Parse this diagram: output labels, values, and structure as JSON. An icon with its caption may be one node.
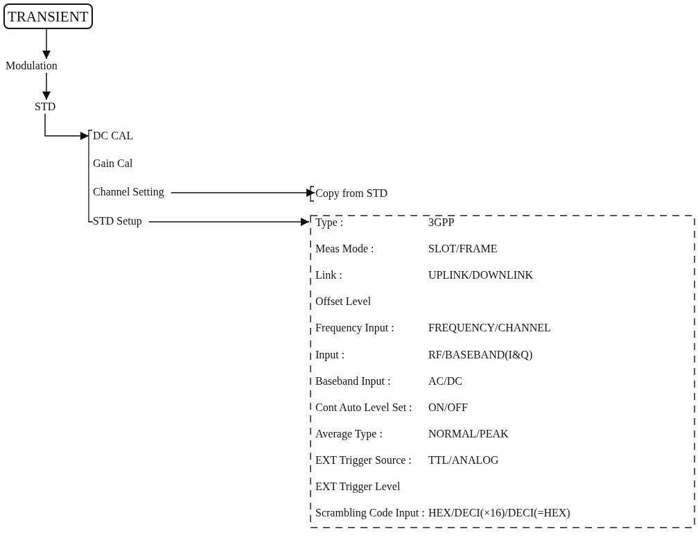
{
  "diagram": {
    "nodes": [
      {
        "text": [
          "TRANSIENT"
        ]
      },
      {
        "text": [
          "Modulation"
        ]
      },
      {
        "text": [
          "STD"
        ]
      },
      {
        "text": [
          "DC CAL"
        ]
      },
      {
        "text": [
          "Gain Cal"
        ]
      },
      {
        "text": [
          "Channel Setting"
        ]
      },
      {
        "text": [
          "STD Setup"
        ]
      },
      {
        "text": [
          "Copy from STD"
        ]
      },
      {
        "text": [],
        "shape": "box"
      },
      {
        "text": [
          "Type :",
          "3GPP"
        ],
        "in": 8
      },
      {
        "text": [
          "Meas Mode :",
          "SLOT/FRAME"
        ],
        "in": 8
      },
      {
        "text": [
          "Link :",
          "UPLINK/DOWNLINK"
        ],
        "in": 8
      },
      {
        "text": [
          "Offset Level"
        ],
        "in": 8
      },
      {
        "text": [
          "Frequency Input :",
          "FREQUENCY/CHANNEL"
        ],
        "in": 8
      },
      {
        "text": [
          "Input :",
          "RF/BASEBAND(I&Q)"
        ],
        "in": 8
      },
      {
        "text": [
          "Baseband Input :",
          "AC/DC"
        ],
        "in": 8
      },
      {
        "text": [
          "Cont Auto Level Set :",
          "ON/OFF"
        ],
        "in": 8
      },
      {
        "text": [
          "Average Type :",
          "NORMAL/PEAK"
        ],
        "in": 8
      },
      {
        "text": [
          "EXT Trigger Source :",
          "TTL/ANALOG"
        ],
        "in": 8
      },
      {
        "text": [
          "EXT Trigger Level"
        ],
        "in": 8
      },
      {
        "text": [
          "Scrambling Code Input :",
          "HEX/DECI(×16)/DECI(=HEX)"
        ],
        "in": 8
      }
    ],
    "edges": [
      {
        "from": 0,
        "to": 1,
        "arrow": "to"
      },
      {
        "from": 1,
        "to": 2,
        "arrow": "to"
      },
      {
        "from": 2,
        "to": 3,
        "arrow": "to"
      },
      {
        "from": 5,
        "to": 7,
        "arrow": "to"
      },
      {
        "from": 6,
        "to": 8,
        "arrow": "to"
      }
    ]
  }
}
